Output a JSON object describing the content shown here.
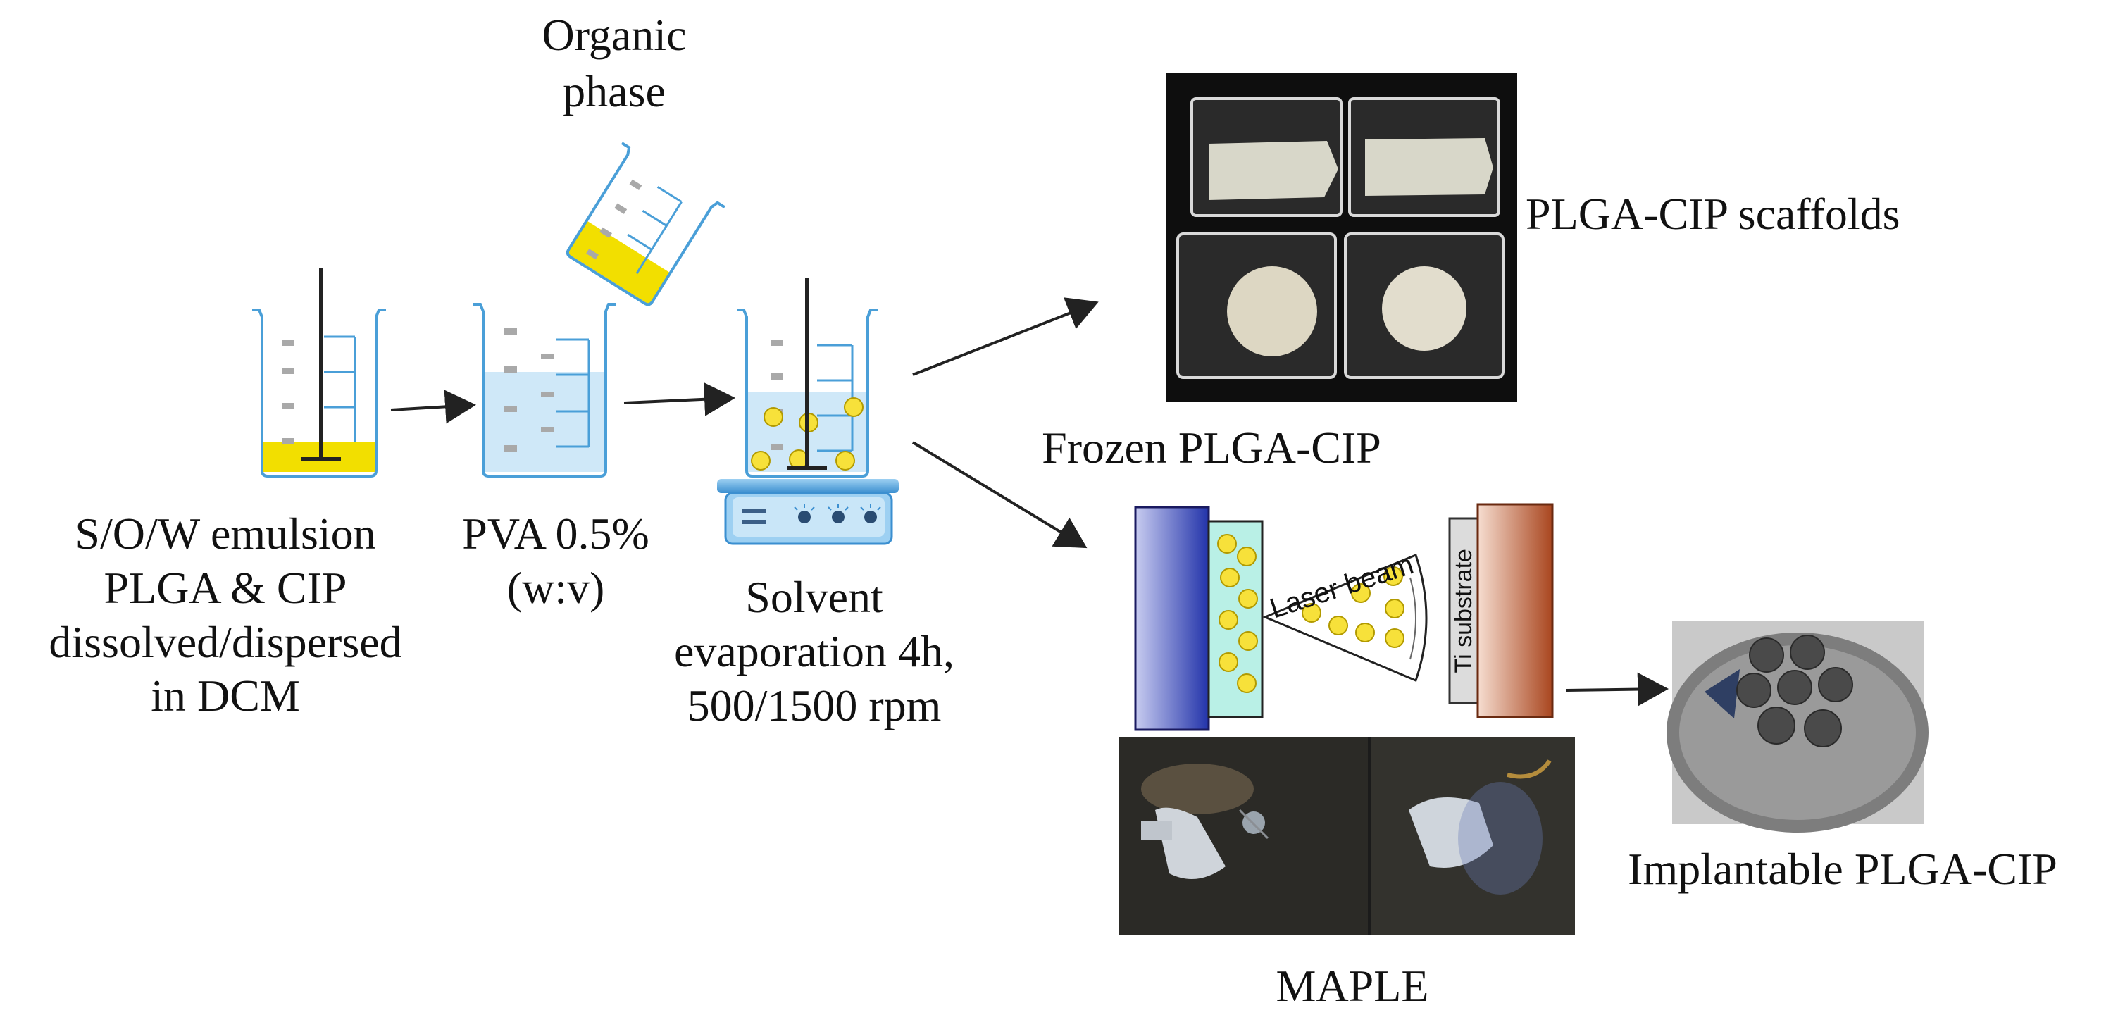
{
  "labels": {
    "organic_phase": [
      "Organic",
      "phase"
    ],
    "emulsion": [
      "S/O/W emulsion",
      "PLGA & CIP",
      "dissolved/dispersed",
      "in DCM"
    ],
    "pva": [
      "PVA 0.5%",
      "(w:v)"
    ],
    "solvent": [
      "Solvent",
      "evaporation 4h,",
      "500/1500 rpm"
    ],
    "scaffolds": "PLGA-CIP scaffolds",
    "frozen": "Frozen PLGA-CIP",
    "laser_beam": "Laser beam",
    "ti_substrate": "Ti substrate",
    "maple": "MAPLE",
    "implantable": "Implantable PLGA-CIP"
  },
  "colors": {
    "glass": "#4a9fd8",
    "water": "#cfe8f8",
    "yellow": "#f2df00",
    "particle": "#f7e13a",
    "target_blue": "#2e3fb0",
    "ti_brown": "#b4552c",
    "stirrer": "#3b8fd0",
    "cyan_film": "#b9f0e6"
  }
}
